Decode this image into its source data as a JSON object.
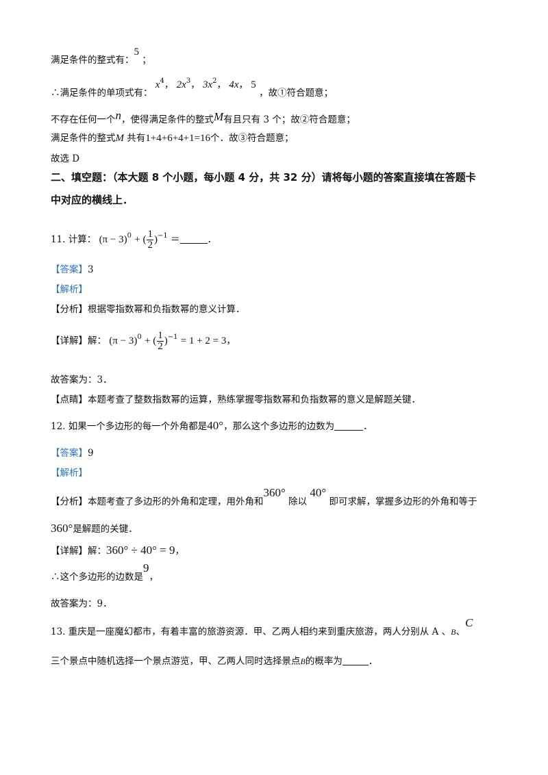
{
  "lines": {
    "l1_text": "满足条件的整式有：",
    "l1_math": "5",
    "l1_end": "；",
    "l2_text": "∴满足条件的单项式有：",
    "l2_m1": "x",
    "l2_m1_sup": "4",
    "l2_m2": "2x",
    "l2_m2_sup": "3",
    "l2_m3": "3x",
    "l2_m3_sup": "2",
    "l2_m4": "4x",
    "l2_m5": "5",
    "l2_sep": "，",
    "l2_end": "，故①符合题意；",
    "l3_a": "不存在任何一个",
    "l3_n": "n",
    "l3_b": "，使得满足条件的整式",
    "l3_M": "M",
    "l3_c": "有且只有 3 个；故②符合题意；",
    "l4_a": "满足条件的整式",
    "l4_M": "M",
    "l4_b": "共有",
    "l4_sum": "1+4+6+4+1=16",
    "l4_c": "个．故③符合题意；",
    "l5": "故选 D",
    "section_1": "二、填空题：（本大题 8 个小题，每小题 4 分，共 32 分）请将每小题的答案直接填在答题卡",
    "section_2": "中对应的横线上．",
    "q11_label": "11. 计算：",
    "q11_expr_a": "(π − 3)",
    "q11_expr_a_sup": "0",
    "q11_plus": "+ (",
    "q11_num": "1",
    "q11_den": "2",
    "q11_close": ")",
    "q11_sup": "−1",
    "q11_eq": "＝",
    "q11_end": "．",
    "a11_tag": "【答案】",
    "a11_val": "3",
    "jx11": "【解析】",
    "fx11": "【分析】根据零指数幂和负指数幂的意义计算．",
    "xj11_label": "【详解】解：",
    "xj11_a": "(π − 3)",
    "xj11_a_sup": "0",
    "xj11_plus": "+ (",
    "xj11_num": "1",
    "xj11_den": "2",
    "xj11_close": ")",
    "xj11_sup": "−1",
    "xj11_rest": "= 1 + 2 = 3",
    "xj11_end": "，",
    "gd11": "故答案为：3．",
    "dj11": "【点睛】本题考查了整数指数幂的运算，熟练掌握零指数幂和负指数幂的意义是解题关键．",
    "q12_a": "12. 如果一个多边形的每一个外角都是",
    "q12_deg": "40°",
    "q12_b": "，那么这个多边形的边数为",
    "q12_end": "．",
    "a12_tag": "【答案】",
    "a12_val": "9",
    "jx12": "【解析】",
    "fx12_a": "【分析】本题考查了多边形的外角和定理，用外角和",
    "fx12_360": "360°",
    "fx12_b": "除以",
    "fx12_40": "40°",
    "fx12_c": "即可求解，掌握多边形的外角和等于",
    "fx12_d360": "360°",
    "fx12_d": "是解题的关键．",
    "xj12_label": "【详解】解：",
    "xj12_expr": "360° ÷ 40° = 9",
    "xj12_end": "，",
    "xj12b_a": "∴这个多边形的边数是",
    "xj12b_9": "9",
    "xj12b_end": "，",
    "gd12": "故答案为：9．",
    "q13_a": "13. 重庆是一座魔幻都市，有着丰富的旅游资源．甲、乙两人相约来到重庆旅游，两人分别从 A 、",
    "q13_B": "B",
    "q13_sep": "、",
    "q13_C": "C",
    "q13_b": "三个景点中随机选择一个景点游览，甲、乙两人同时选择景点",
    "q13_B2": "B",
    "q13_c": "的概率为",
    "q13_end": "．"
  }
}
